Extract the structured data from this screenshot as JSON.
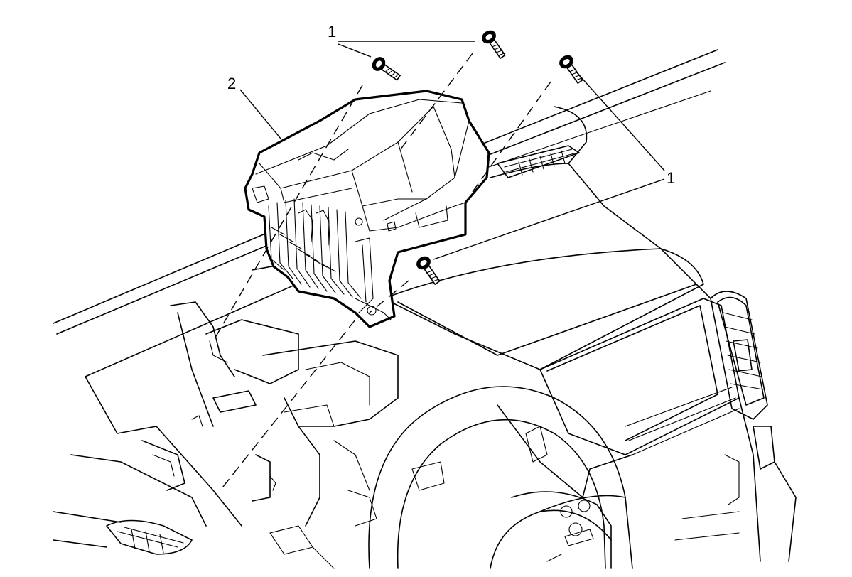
{
  "callouts": {
    "fasteners_top": "1",
    "module": "2",
    "fasteners_right": "1"
  },
  "colors": {
    "line": "#000000",
    "background": "#ffffff"
  }
}
